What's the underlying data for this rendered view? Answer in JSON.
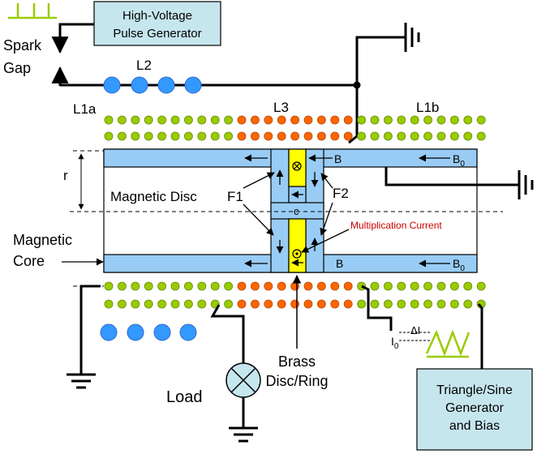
{
  "labels": {
    "pulse_generator": [
      "High-Voltage",
      "Pulse Generator"
    ],
    "spark_gap": [
      "Spark",
      "Gap"
    ],
    "l2": "L2",
    "l1a": "L1a",
    "l3": "L3",
    "l1b": "L1b",
    "r": "r",
    "b": "B",
    "b0_base": "B",
    "b0_sub": "0",
    "magnetic_disc": "Magnetic Disc",
    "f1": "F1",
    "f2": "F2",
    "c": "c",
    "multiplication_current": "Multiplication Current",
    "magnetic_core": [
      "Magnetic",
      "Core"
    ],
    "brass_disc": [
      "Brass",
      "Disc/Ring"
    ],
    "load": "Load",
    "i0_base": "I",
    "i0_sub": "0",
    "delta_i": "ΔI",
    "triangle_generator": [
      "Triangle/Sine",
      "Generator",
      "and Bias"
    ]
  },
  "colors": {
    "box_fill": "#c6e6ee",
    "core_fill": "#99ccf5",
    "brass": "#ffff00",
    "coil_green": "#99cc00",
    "coil_orange": "#ff6600",
    "coil_blue": "#3399ff",
    "current_label": "#cc0000",
    "signal_green": "#99cc00"
  }
}
